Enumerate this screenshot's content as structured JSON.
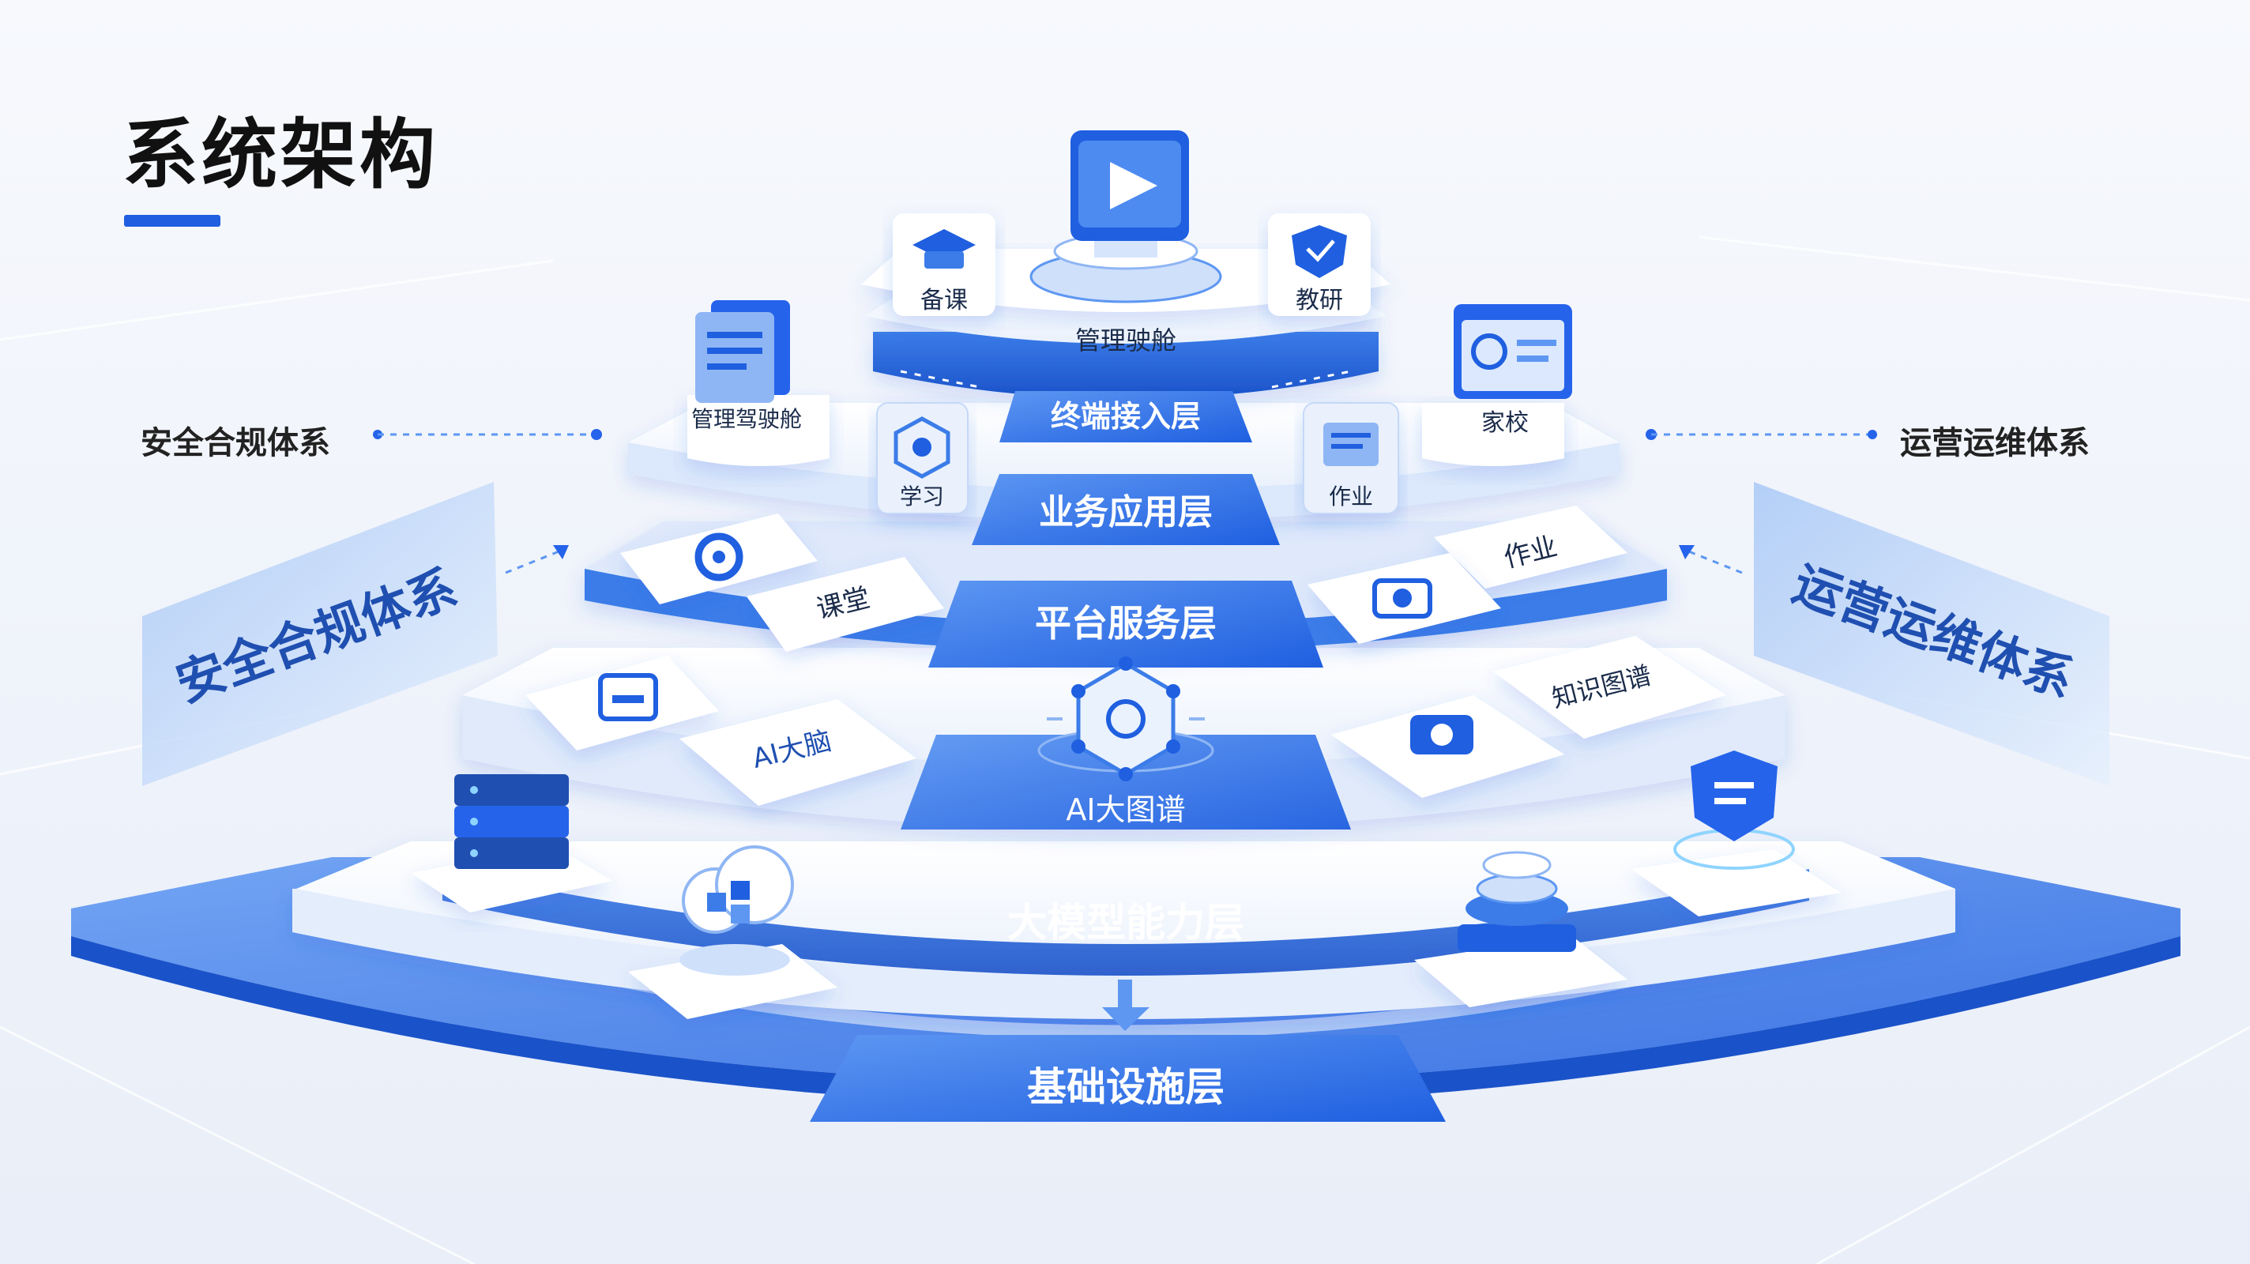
{
  "title": "系统架构",
  "side_labels": {
    "left": "安全合规体系",
    "right": "运营运维体系"
  },
  "side_panels": {
    "left": "安全合规体系",
    "right": "运营运维体系"
  },
  "layers": {
    "terminal": "终端接入层",
    "business": "业务应用层",
    "platform": "平台服务层",
    "ai": "AI大图谱",
    "model": "大模型能力层",
    "infra": "基础设施层"
  },
  "top_items": {
    "bk": "备课",
    "gl": "管理驶舱",
    "jy": "教研"
  },
  "terminal_items": {
    "glj": "管理驾驶舱",
    "jx": "家校"
  },
  "business_items": {
    "xx": "学习",
    "zy": "作业"
  },
  "platform_items": {
    "kt": "课堂",
    "zy": "作业"
  },
  "model_items": {
    "ai": "AI大脑",
    "zs": "知识图谱"
  },
  "colors": {
    "primary": "#1f5fe0",
    "light": "#cfe0fb",
    "white": "#ffffff"
  }
}
